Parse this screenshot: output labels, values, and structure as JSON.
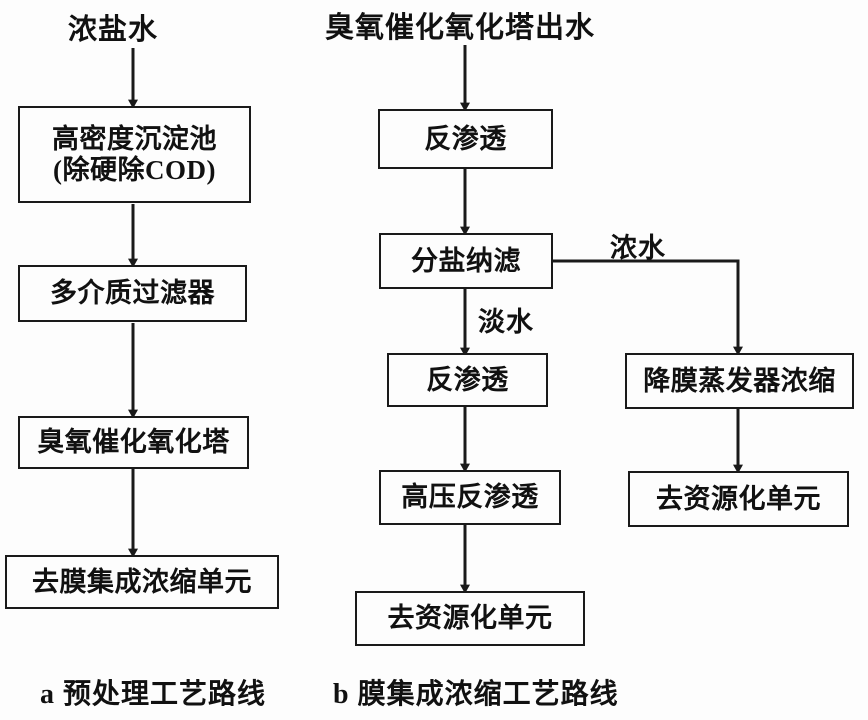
{
  "figure": {
    "title_a": "a 预处理工艺路线",
    "title_b": "b 膜集成浓缩工艺路线",
    "stroke_color": "#1a1a1a",
    "background_color": "#fdfdfd"
  },
  "column_a": {
    "inlet_label": "浓盐水",
    "nodes": [
      {
        "id": "a1",
        "label_line1": "高密度沉淀池",
        "label_line2": "(除硬除COD)"
      },
      {
        "id": "a2",
        "label_line1": "多介质过滤器",
        "label_line2": ""
      },
      {
        "id": "a3",
        "label_line1": "臭氧催化氧化塔",
        "label_line2": ""
      },
      {
        "id": "a4",
        "label_line1": "去膜集成浓缩单元",
        "label_line2": ""
      }
    ]
  },
  "column_b": {
    "inlet_label": "臭氧催化氧化塔出水",
    "nodes": [
      {
        "id": "b1",
        "label_line1": "反渗透",
        "label_line2": ""
      },
      {
        "id": "b2",
        "label_line1": "分盐纳滤",
        "label_line2": ""
      },
      {
        "id": "b3",
        "label_line1": "反渗透",
        "label_line2": ""
      },
      {
        "id": "b4",
        "label_line1": "高压反渗透",
        "label_line2": ""
      },
      {
        "id": "b5",
        "label_line1": "去资源化单元",
        "label_line2": ""
      },
      {
        "id": "b6",
        "label_line1": "降膜蒸发器浓缩",
        "label_line2": ""
      },
      {
        "id": "b7",
        "label_line1": "去资源化单元",
        "label_line2": ""
      }
    ],
    "edge_labels": {
      "concentrate": "浓水",
      "permeate": "淡水"
    }
  }
}
